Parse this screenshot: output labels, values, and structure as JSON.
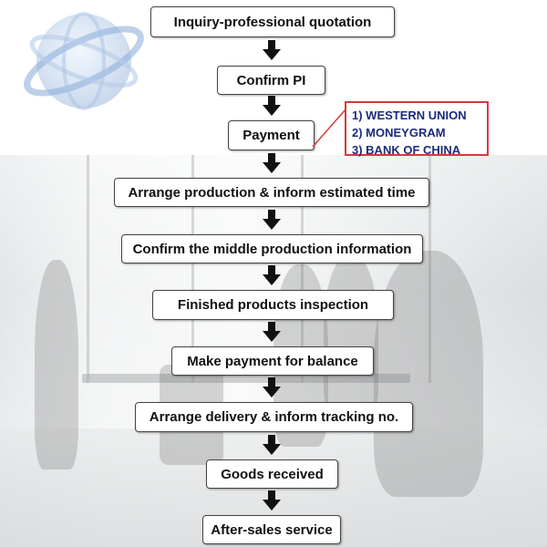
{
  "colors": {
    "box_border": "#444444",
    "arrow": "#111111",
    "payment_methods_border": "#d23c3c",
    "payment_methods_text": "#1a2c7a"
  },
  "background": {
    "logo_icon": "globe-icon",
    "photo": "office-team-photo"
  },
  "steps": [
    {
      "label": "Inquiry-professional quotation"
    },
    {
      "label": "Confirm PI"
    },
    {
      "label": "Payment"
    },
    {
      "label": "Arrange production & inform estimated time"
    },
    {
      "label": "Confirm the middle production information"
    },
    {
      "label": "Finished products inspection"
    },
    {
      "label": "Make payment for balance"
    },
    {
      "label": "Arrange delivery & inform tracking no."
    },
    {
      "label": "Goods received"
    },
    {
      "label": "After-sales service"
    }
  ],
  "payment_methods": [
    "1) WESTERN UNION",
    "2) MONEYGRAM",
    "3) BANK OF CHINA"
  ]
}
